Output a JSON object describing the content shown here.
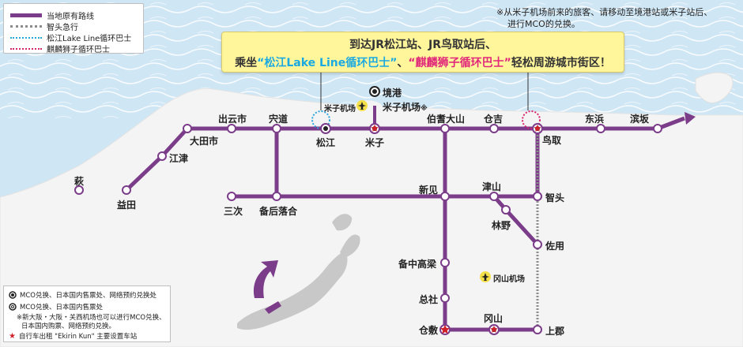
{
  "legend": {
    "items": [
      {
        "label": "当地原有路线",
        "icon": "purple-line-swatch"
      },
      {
        "label": "智头急行",
        "icon": "gray-rail-swatch"
      },
      {
        "label": "松江Lake Line循环巴士",
        "icon": "blue-dotted-swatch"
      },
      {
        "label": "麒麟狮子循环巴士",
        "icon": "pink-dotted-swatch"
      }
    ]
  },
  "top_note": {
    "line1": "※从米子机场前来的旅客、请移动至境港站或米子站后、",
    "line2": "进行MCO的兑换。"
  },
  "callout": {
    "line1": "到达JR松江站、JR鸟取站后、",
    "line2_prefix": "乘坐",
    "bus1": "“松江Lake Line循环巴士”",
    "separator": "、",
    "bus2": "“麒麟狮子循环巴士”",
    "line2_suffix": "轻松周游城市街区！"
  },
  "stations": {
    "hagi": "萩",
    "masuda": "益田",
    "gotsu": "江津",
    "odashi": "大田市",
    "izumoshi": "出云市",
    "shinji": "宍道",
    "matsue": "松江",
    "yonago": "米子",
    "hakibiyama": "伯耆大山",
    "kurayoshi": "仓吉",
    "tottori": "鸟取",
    "tohama": "东浜",
    "hamasaka": "滨坂",
    "sakaiminato": "境港",
    "yonago_airport": "米子机场",
    "yonago_airport_note": "※",
    "yonago_airport_left": "米子机场",
    "miyoshi": "三次",
    "bingo_ochiai": "备后落合",
    "niimi": "新见",
    "tsuyama": "津山",
    "chizu": "智头",
    "hayashino": "林野",
    "sayo": "佐用",
    "bitchu_takahashi": "备中高梁",
    "soja": "总社",
    "kurashiki": "仓敷",
    "okayama": "冈山",
    "kamigori": "上郡",
    "okayama_airport": "冈山机场"
  },
  "bottom_note": {
    "mco_full": "MCO兑换、日本国内售票处、网络预约兑换处",
    "mco_basic": "MCO兑换、日本国内售票处",
    "sub_note_1": "※新大阪・大阪・关西机场也可以进行MCO兑换、",
    "sub_note_2": "日本国内购票、网络预约兑换。",
    "bicycle": "自行车出租 \"Ekirin Kun\" 主要设置车站"
  },
  "colors": {
    "sea": "#cfe6f5",
    "land": "#f4f4f4",
    "route": "#7b3c89",
    "express": "#8c8c8c",
    "lake_line": "#2aa6d8",
    "kirin": "#d8246d",
    "callout_bg": "#fff69c",
    "star": "#d0202a"
  }
}
